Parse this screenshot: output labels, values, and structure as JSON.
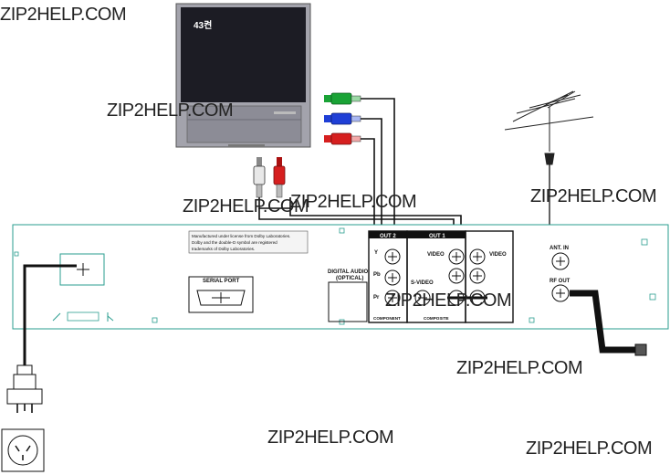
{
  "watermarks": [
    "ZIP2HELP.COM",
    "ZIP2HELP.COM",
    "ZIP2HELP.COM",
    "ZIP2HELP.COM",
    "ZIP2HELP.COM",
    "ZIP2HELP.COM",
    "ZIP2HELP.COM",
    "ZIP2HELP.COM",
    "ZIP2HELP.COM"
  ],
  "tv": {
    "screen_label": "43켠"
  },
  "panel": {
    "dolby_notice": [
      "Manufactured under license from Dolby Laboratories.",
      "Dolby and the double-D symbol are registered",
      "trademarks of Dolby Laboratories."
    ],
    "serial_port": "SERIAL PORT",
    "digital_audio": [
      "DIGITAL AUDIO",
      "(OPTICAL)"
    ],
    "out2": "OUT 2",
    "out1": "OUT 1",
    "y": "Y",
    "pb": "Pb",
    "pr": "Pr",
    "component": "COMPONENT",
    "video1": "VIDEO",
    "svideo": "S-VIDEO",
    "composite": "COMPOSITE",
    "video2": "VIDEO",
    "ant_in": "ANT. IN",
    "rf_out": "RF OUT"
  },
  "colors": {
    "panel_outline": "#2a9d8f",
    "cable": "#111111",
    "plug_green": "#1aa336",
    "plug_blue": "#1f3fd6",
    "plug_red": "#d61f1f",
    "tv_body": "#a3a3ac",
    "tv_screen": "#1c1c24"
  }
}
